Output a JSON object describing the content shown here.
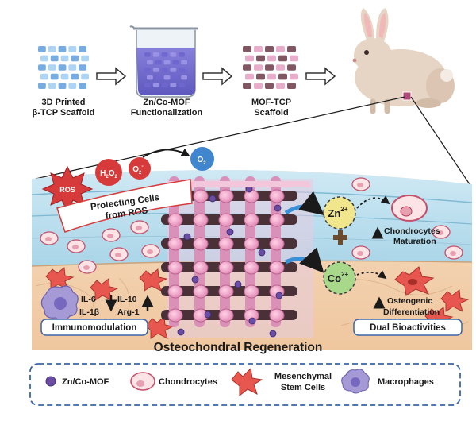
{
  "top_workflow": {
    "step1_line1": "3D Printed",
    "step1_line2": "β-TCP Scaffold",
    "step2_line1": "Zn/Co-MOF",
    "step2_line2": "Functionalization",
    "step3_line1": "MOF-TCP",
    "step3_line2": "Scaffold"
  },
  "tissue": {
    "ros": "ROS",
    "h2o2_main": "H",
    "h2o2_sub1": "2",
    "h2o2_mid": "O",
    "h2o2_sub2": "2",
    "o2minus_main": "O",
    "o2minus_sub": "2",
    "o2minus_sup": "-",
    "o2_main": "O",
    "o2_sub": "2",
    "protect_line1": "Protecting Cells",
    "protect_line2": "from ROS",
    "zn_main": "Zn",
    "zn_sup": "2+",
    "co_main": "Co",
    "co_sup": "2+",
    "chondro_line1": "Chondrocytes",
    "chondro_line2": "Maturation",
    "osteo_line1": "Osteogenic",
    "osteo_line2": "Differentiation",
    "il6": "IL-6",
    "il1b": "IL-1β",
    "il10": "IL-10",
    "arg1": "Arg-1",
    "immuno_label": "Immunomodulation",
    "dual_label": "Dual Bioactivities",
    "main_title": "Osteochondral Regeneration"
  },
  "legend": {
    "mof": "Zn/Co-MOF",
    "chondrocytes": "Chondrocytes",
    "msc_line1": "Mesenchymal",
    "msc_line2": "Stem Cells",
    "macrophages": "Macrophages"
  },
  "colors": {
    "scaffold_blue": "#7fb6e8",
    "scaffold_pink": "#d98cb6",
    "scaffold_dark": "#4a3138",
    "ros_red": "#d63a3a",
    "o2_blue": "#3f86cf",
    "zn_yellow": "#f2e68c",
    "co_green": "#a8d98a",
    "label_border": "#3a66a8",
    "mof_purple": "#6b4ea3"
  }
}
